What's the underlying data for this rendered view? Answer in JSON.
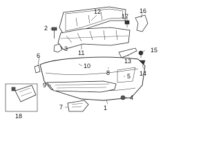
{
  "diagram": {
    "callouts": [
      {
        "id": "c1",
        "label": "1"
      },
      {
        "id": "c2",
        "label": "2"
      },
      {
        "id": "c3",
        "label": "3"
      },
      {
        "id": "c4",
        "label": "4"
      },
      {
        "id": "c5",
        "label": "5"
      },
      {
        "id": "c6",
        "label": "6"
      },
      {
        "id": "c7",
        "label": "7"
      },
      {
        "id": "c8",
        "label": "8"
      },
      {
        "id": "c9",
        "label": "9"
      },
      {
        "id": "c10",
        "label": "10"
      },
      {
        "id": "c11",
        "label": "11"
      },
      {
        "id": "c12",
        "label": "12"
      },
      {
        "id": "c13",
        "label": "13"
      },
      {
        "id": "c14",
        "label": "14"
      },
      {
        "id": "c15",
        "label": "15"
      },
      {
        "id": "c16",
        "label": "16"
      },
      {
        "id": "c17",
        "label": "17"
      },
      {
        "id": "c18",
        "label": "18"
      }
    ],
    "colors": {
      "line": "#222222",
      "fill": "#ffffff",
      "shade": "#cfcfcf",
      "dark": "#333333"
    }
  }
}
